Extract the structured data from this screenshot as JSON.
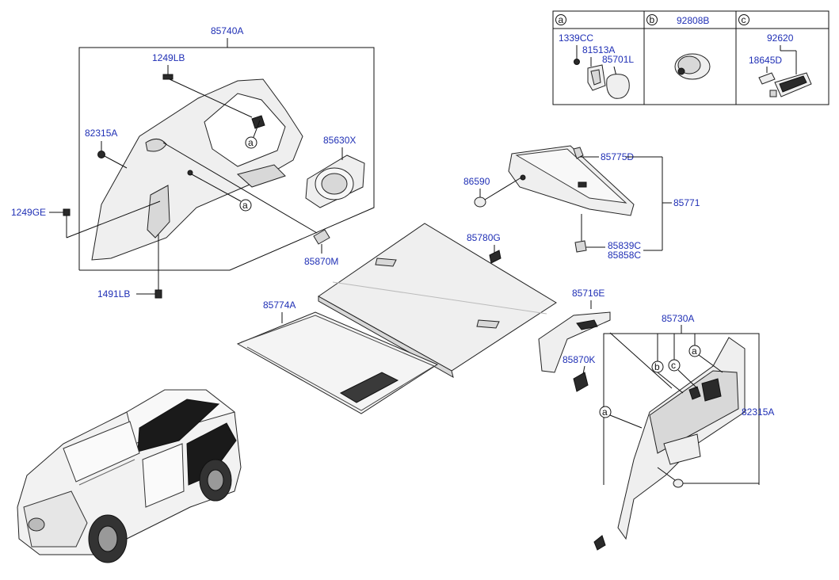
{
  "diagram": {
    "callouts": {
      "p85740A": "85740A",
      "p1249LB": "1249LB",
      "p82315A_left": "82315A",
      "p1249GE": "1249GE",
      "p1491LB": "1491LB",
      "p85630X": "85630X",
      "p85870M": "85870M",
      "p86590": "86590",
      "p85775D": "85775D",
      "p85771": "85771",
      "p85839C": "85839C",
      "p85858C": "85858C",
      "p85780G": "85780G",
      "p85774A": "85774A",
      "p85716E": "85716E",
      "p85730A": "85730A",
      "p85870K": "85870K",
      "p82315A_right": "82315A"
    },
    "markers": {
      "a": "a",
      "b": "b",
      "c": "c"
    },
    "legend_box": {
      "a": {
        "letter": "a",
        "parts": [
          "1339CC",
          "81513A",
          "85701L"
        ]
      },
      "b": {
        "letter": "b",
        "header": "92808B"
      },
      "c": {
        "letter": "c",
        "header": "92620",
        "parts": [
          "18645D"
        ]
      }
    },
    "colors": {
      "label": "#1f2fb5",
      "line": "#111111"
    }
  }
}
